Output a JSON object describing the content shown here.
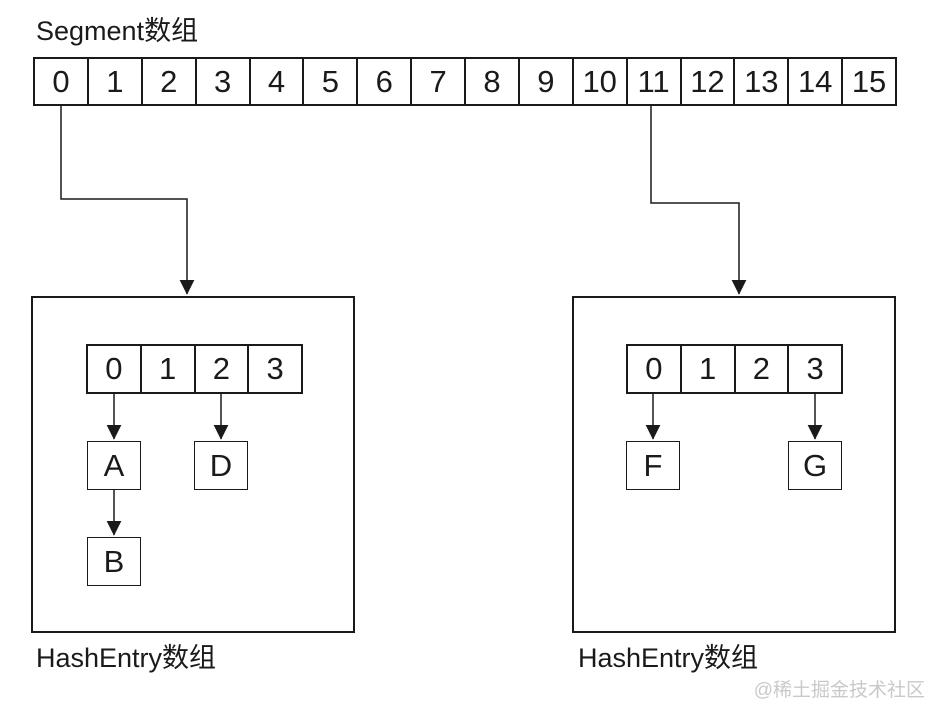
{
  "diagram_title": "Segment数组",
  "segment_array": {
    "cells": [
      "0",
      "1",
      "2",
      "3",
      "4",
      "5",
      "6",
      "7",
      "8",
      "9",
      "10",
      "11",
      "12",
      "13",
      "14",
      "15"
    ]
  },
  "left_bucket": {
    "label": "HashEntry数组",
    "cells": [
      "0",
      "1",
      "2",
      "3"
    ],
    "nodes": {
      "a": "A",
      "d": "D",
      "b": "B"
    }
  },
  "right_bucket": {
    "label": "HashEntry数组",
    "cells": [
      "0",
      "1",
      "2",
      "3"
    ],
    "nodes": {
      "f": "F",
      "g": "G"
    }
  },
  "edges": [
    "segment[0] -> left HashEntry array",
    "segment[11] -> right HashEntry array",
    "left bucket[0] -> A",
    "A -> B",
    "left bucket[2] -> D",
    "right bucket[0] -> F",
    "right bucket[3] -> G"
  ],
  "watermark": "@稀土掘金技术社区",
  "colors": {
    "line": "#1a1a1a",
    "watermark": "#c9c9c9",
    "background": "#ffffff"
  }
}
